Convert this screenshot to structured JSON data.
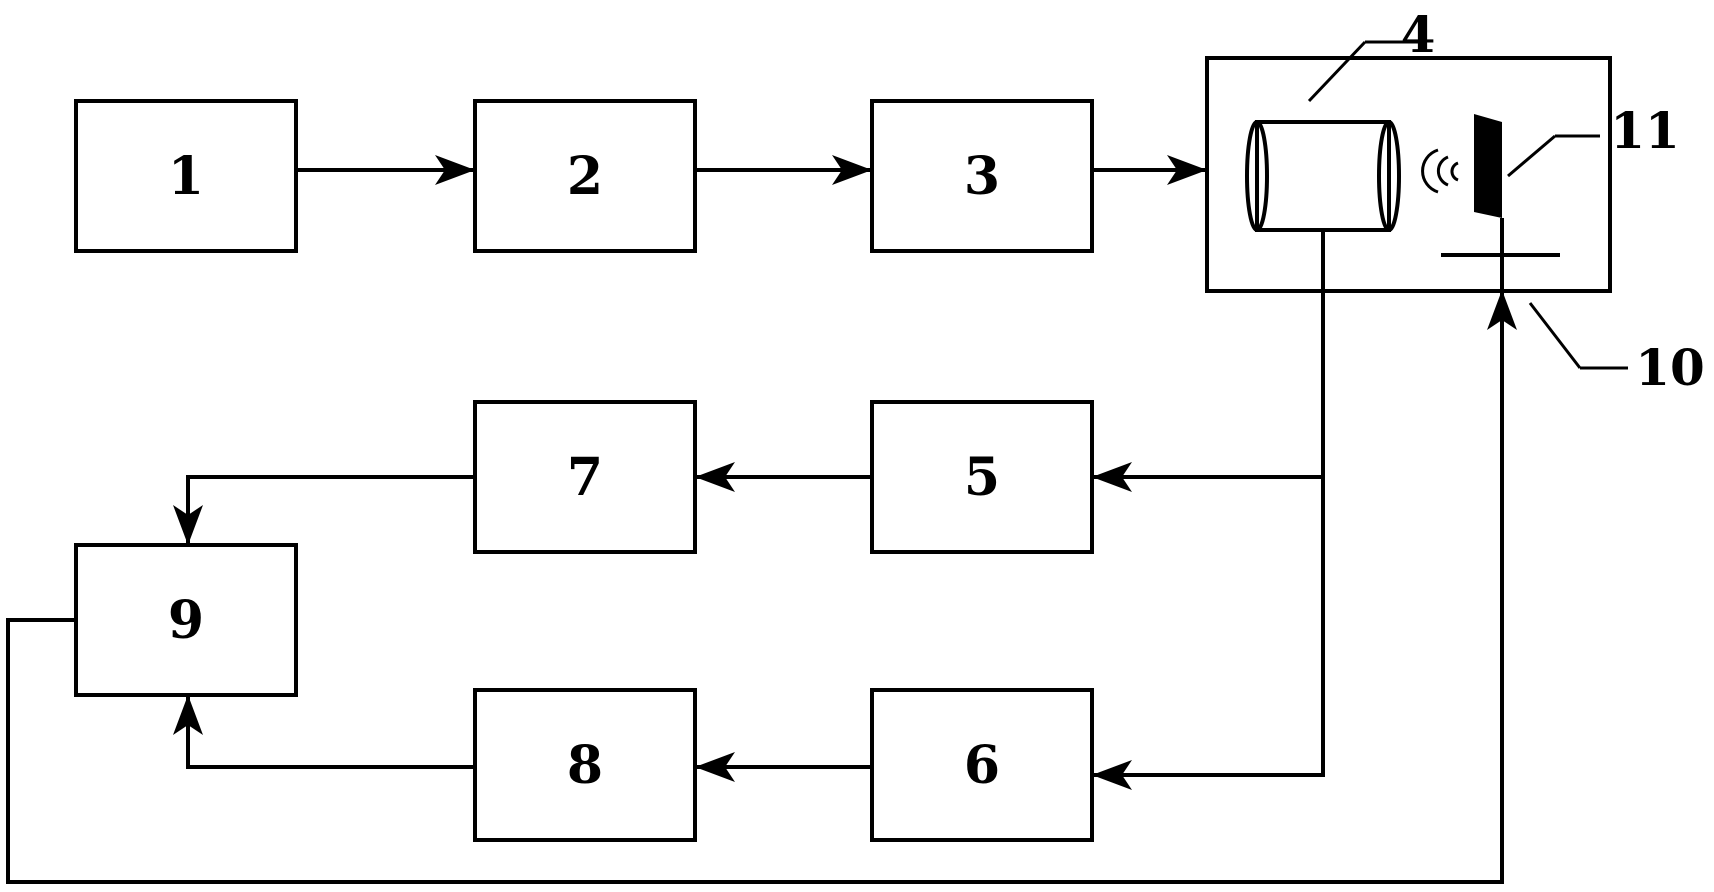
{
  "blocks": {
    "b1": "1",
    "b2": "2",
    "b3": "3",
    "b5": "5",
    "b6": "6",
    "b7": "7",
    "b8": "8",
    "b9": "9"
  },
  "callouts": {
    "transducer": "4",
    "target": "11",
    "stage": "10"
  },
  "colors": {
    "stroke": "#000000",
    "background": "#ffffff"
  }
}
